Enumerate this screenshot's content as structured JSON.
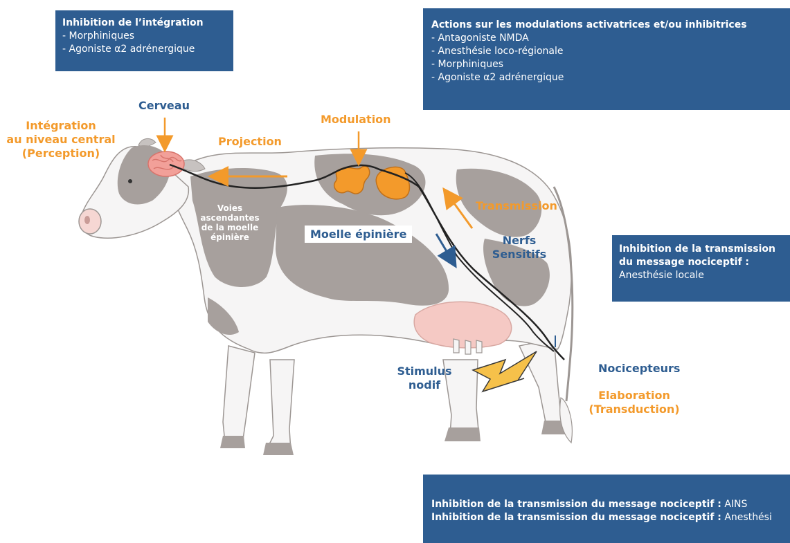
{
  "boxes": {
    "top_left": {
      "title": "Inhibition de l’intégration",
      "lines": [
        "- Morphiniques",
        "- Agoniste α2 adrénergique"
      ]
    },
    "top_right": {
      "title": "Actions sur les modulations activatrices et/ou inhibitrices",
      "lines": [
        "- Antagoniste NMDA",
        "- Anesthésie loco-régionale",
        "- Morphiniques",
        "- Agoniste α2 adrénergique"
      ]
    },
    "mid_right": {
      "title_line1": "Inhibition de la transmission",
      "title_line2": "du message nociceptif :",
      "body": "Anesthésie locale"
    },
    "bottom": {
      "row1_bold": "Inhibition de la transmission du message nociceptif :",
      "row1_text": " AINS",
      "row2_bold": "Inhibition de la transmission du message nociceptif :",
      "row2_text": " Anesthési"
    }
  },
  "labels": {
    "cerveau": "Cerveau",
    "integration": [
      "Intégration",
      "au niveau central",
      "(Perception)"
    ],
    "projection": "Projection",
    "modulation": "Modulation",
    "transmission": "Transmission",
    "moelle": "Moelle épinière",
    "nerfs": [
      "Nerfs",
      "Sensitifs"
    ],
    "voies": [
      "Voies",
      "ascendantes",
      "de la moelle",
      "épinière"
    ],
    "stimulus": [
      "Stimulus",
      "nodif"
    ],
    "nocicepteurs": "Nocicepteurs",
    "elaboration": [
      "Elaboration",
      "(Transduction)"
    ]
  },
  "colors": {
    "box_blue": "#2e5d91",
    "orange": "#f39a2b",
    "cow_grey": "#a7a09d",
    "cow_white": "#f6f5f5",
    "udder_pink": "#f5c9c4",
    "brain_pink": "#f2a099",
    "lightning": "#f6c14a"
  }
}
